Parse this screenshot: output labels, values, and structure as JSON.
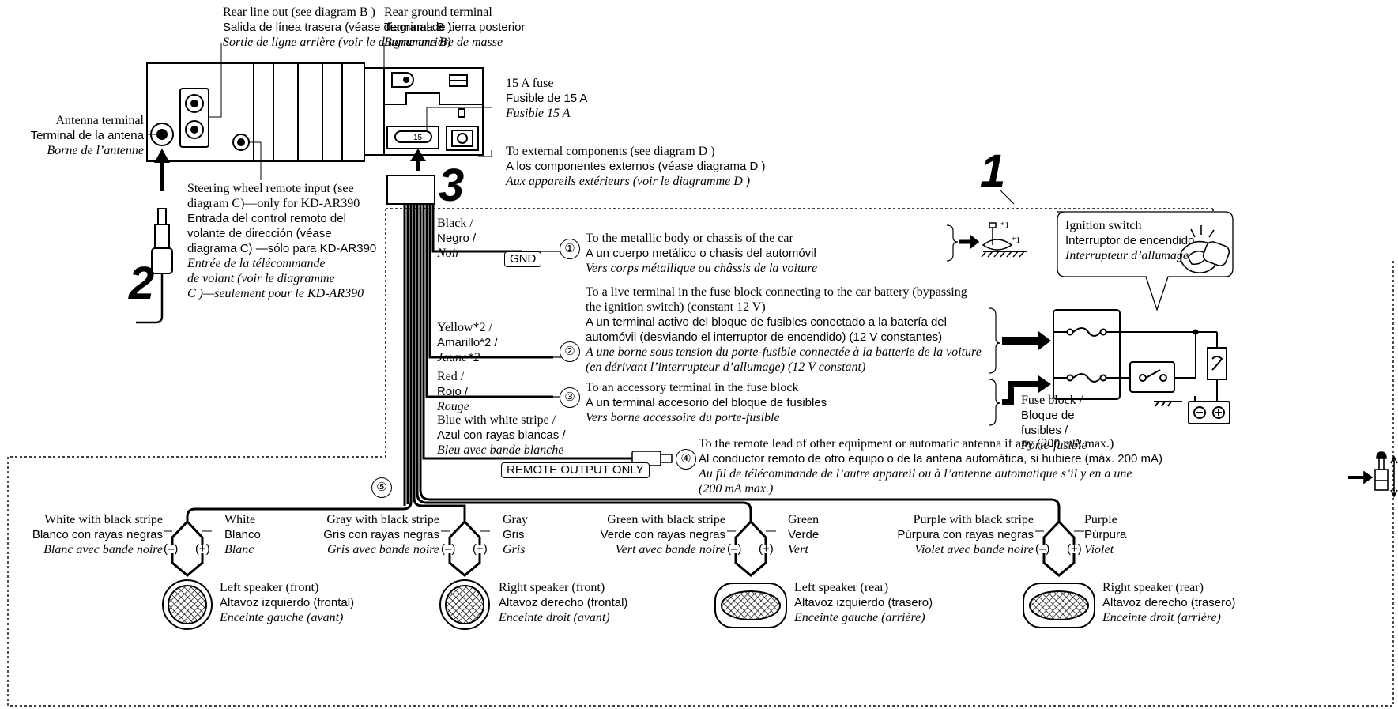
{
  "rear_line_out": {
    "en": "Rear line out (see diagram B )",
    "es": "Salida de línea trasera (véase diagrama B )",
    "fr": "Sortie de ligne arrière (voir le diagramme B)"
  },
  "rear_ground": {
    "en": "Rear ground terminal",
    "es": "Terminal de tierra posterior",
    "fr": "Borne arrière de masse"
  },
  "fuse": {
    "en": "15 A fuse",
    "es": "Fusible de 15 A",
    "fr": "Fusible 15 A",
    "value": "15"
  },
  "antenna": {
    "en": "Antenna terminal",
    "es": "Terminal de la antena",
    "fr": "Borne de l’antenne"
  },
  "external": {
    "en": "To external components (see diagram D )",
    "es": "A los componentes externos (véase diagrama D )",
    "fr": "Aux appareils extérieurs (voir le diagramme D )"
  },
  "steering": {
    "en1": "Steering wheel remote input (see",
    "en2": "diagram C)—only for KD-AR390",
    "es1": "Entrada del control remoto del",
    "es2": "volante de dirección (véase",
    "es3": "diagrama C) —sólo para KD-AR390",
    "fr1": "Entrée de la télécommande",
    "fr2": "de volant (voir le diagramme",
    "fr3": "C )—seulement pour le KD-AR390"
  },
  "callouts": {
    "one": "1",
    "two": "2",
    "three": "3"
  },
  "ignition": {
    "en": "Ignition switch",
    "es": "Interruptor de encendido",
    "fr": "Interrupteur d’allumage"
  },
  "fuse_block": {
    "en": "Fuse block / ",
    "es": "Bloque de",
    "es2": "fusibles / ",
    "fr": "Porte-fusible"
  },
  "footnote_marks": {
    "a": "*1",
    "b": "*1"
  },
  "wires": [
    {
      "num": "①",
      "color_en": "Black / ",
      "color_es": "Negro /",
      "color_fr": "Noir",
      "box": "GND",
      "en": "To the metallic body or chassis of the car",
      "es": "A un cuerpo metálico o chasis del automóvil",
      "fr": "Vers corps métallique ou châssis de la voiture"
    },
    {
      "num": "②",
      "color_en": "Yellow*2 / ",
      "color_es": "Amarillo*2 /",
      "color_fr": "Jaune*2",
      "en1": "To a live terminal in the fuse block connecting to the car battery (bypassing",
      "en2": "the ignition switch) (constant 12 V)",
      "es1": "A un terminal activo del bloque de fusibles conectado a la batería del",
      "es2": "automóvil (desviando el interruptor de encendido) (12 V constantes)",
      "fr1": "A une borne sous tension du porte-fusible connectée à la batterie de la voiture",
      "fr2": "(en dérivant l’interrupteur d’allumage) (12 V constant)"
    },
    {
      "num": "③",
      "color_en": "Red / ",
      "color_es": "Rojo /",
      "color_fr": "Rouge",
      "en": "To an accessory terminal in the fuse block",
      "es": "A un terminal accesorio del bloque de fusibles",
      "fr": "Vers borne accessoire du porte-fusible"
    },
    {
      "num": "④",
      "color_en": "Blue with white stripe /",
      "color_es": "Azul con rayas blancas /",
      "color_fr": "Bleu avec bande blanche",
      "box": "REMOTE OUTPUT ONLY",
      "en": "To the remote lead of other equipment or automatic antenna if any (200 mA max.)",
      "es": "Al conductor remoto de otro equipo o de la antena automática, si hubiere (máx. 200 mA)",
      "fr1": "Au fil de télécommande de l’autre appareil ou à l’antenne automatique s’il y en a une",
      "fr2": "(200 mA max.)"
    },
    {
      "num": "⑤"
    }
  ],
  "speakers": [
    {
      "neg_en": "White with black stripe",
      "neg_es": "Blanco con rayas negras",
      "neg_fr": "Blanc avec bande noire",
      "pos_en": "White",
      "pos_es": "Blanco",
      "pos_fr": "Blanc",
      "name_en": "Left speaker (front)",
      "name_es": "Altavoz izquierdo (frontal)",
      "name_fr": "Enceinte gauche (avant)"
    },
    {
      "neg_en": "Gray with black stripe",
      "neg_es": "Gris con rayas negras",
      "neg_fr": "Gris avec bande noire",
      "pos_en": "Gray",
      "pos_es": "Gris",
      "pos_fr": "Gris",
      "name_en": "Right speaker (front)",
      "name_es": "Altavoz derecho (frontal)",
      "name_fr": "Enceinte droit (avant)"
    },
    {
      "neg_en": "Green with black stripe",
      "neg_es": "Verde con rayas negras",
      "neg_fr": "Vert avec bande noire",
      "pos_en": "Green",
      "pos_es": "Verde",
      "pos_fr": "Vert",
      "name_en": "Left speaker (rear)",
      "name_es": "Altavoz izquierdo (trasero)",
      "name_fr": "Enceinte gauche (arrière)"
    },
    {
      "neg_en": "Purple with black stripe",
      "neg_es": "Púrpura con rayas negras",
      "neg_fr": "Violet avec bande noire",
      "pos_en": "Purple",
      "pos_es": "Púrpura",
      "pos_fr": "Violet",
      "name_en": "Right speaker (rear)",
      "name_es": "Altavoz derecho (trasero)",
      "name_fr": "Enceinte droit (arrière)"
    }
  ],
  "polarity": {
    "neg": "(–)",
    "pos": "(+)"
  }
}
